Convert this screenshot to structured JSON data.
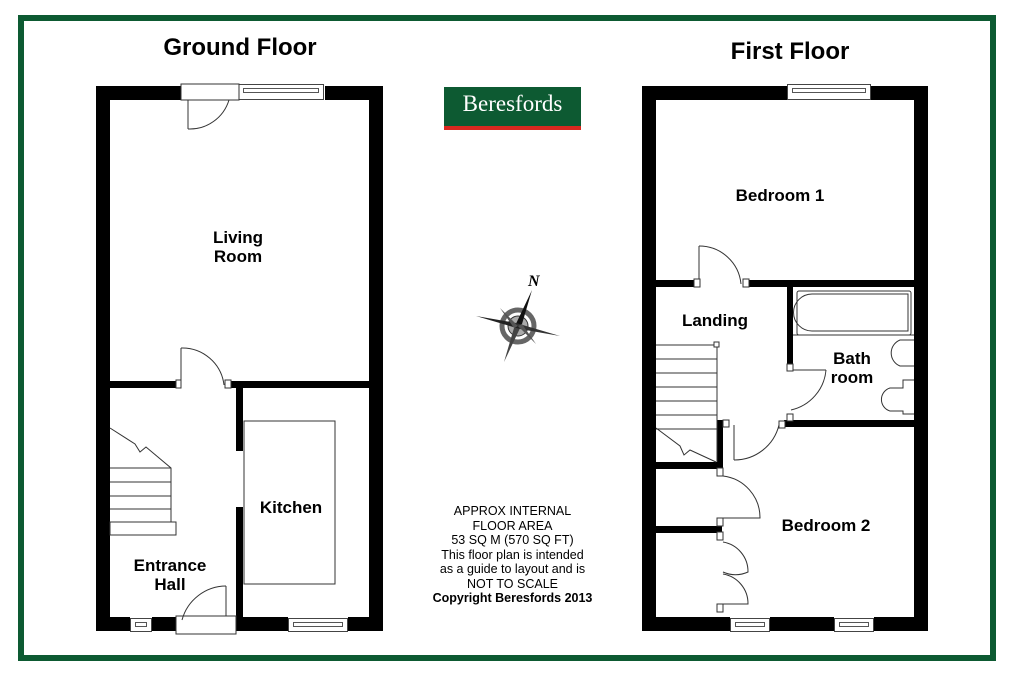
{
  "ground_floor": {
    "title": "Ground Floor",
    "rooms": {
      "living_room": "Living\nRoom",
      "kitchen": "Kitchen",
      "entrance_hall": "Entrance\nHall"
    }
  },
  "first_floor": {
    "title": "First Floor",
    "rooms": {
      "bedroom_1": "Bedroom 1",
      "landing": "Landing",
      "bathroom": "Bath\nroom",
      "bedroom_2": "Bedroom 2"
    }
  },
  "logo": {
    "text": "Beresfords",
    "bg_color": "#0d5a32",
    "accent_color": "#d9281f"
  },
  "compass": {
    "label": "N",
    "icon": "compass-rose-icon"
  },
  "notes": {
    "line1": "APPROX INTERNAL",
    "line2": "FLOOR AREA",
    "line3": "53 SQ M (570 SQ FT)",
    "line4": "This floor plan is intended",
    "line5": "as a guide to layout and is",
    "line6": "NOT TO SCALE",
    "copyright": "Copyright Beresfords 2013"
  },
  "colors": {
    "frame": "#0d5a32",
    "wall": "#000000"
  }
}
